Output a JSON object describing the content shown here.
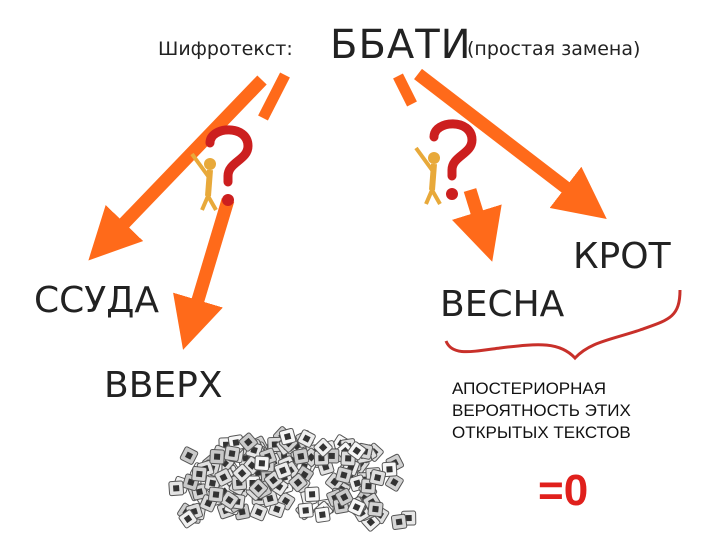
{
  "header": {
    "prefix": "Шифротекст:",
    "ciphertext": "ББАТИ",
    "note": "(простая замена)"
  },
  "candidates": {
    "left_1": "ССУДА",
    "left_2": "ВВЕРХ",
    "right_1": "ВЕСНА",
    "right_2": "КРОТ"
  },
  "conclusion": {
    "text_line1": "АПОСТЕРИОРНАЯ",
    "text_line2": "ВЕРОЯТНОСТЬ ЭТИХ",
    "text_line3": "ОТКРЫТЫХ ТЕКСТОВ",
    "value": "=0"
  },
  "colors": {
    "arrow": "#ff6a1a",
    "question_mark": "#cc1f1f",
    "figure": "#e8a93a",
    "value": "#e0201c",
    "brace": "#c8302a"
  },
  "icons": [
    "question-figure-icon",
    "question-figure-icon",
    "letter-tiles-pile"
  ]
}
